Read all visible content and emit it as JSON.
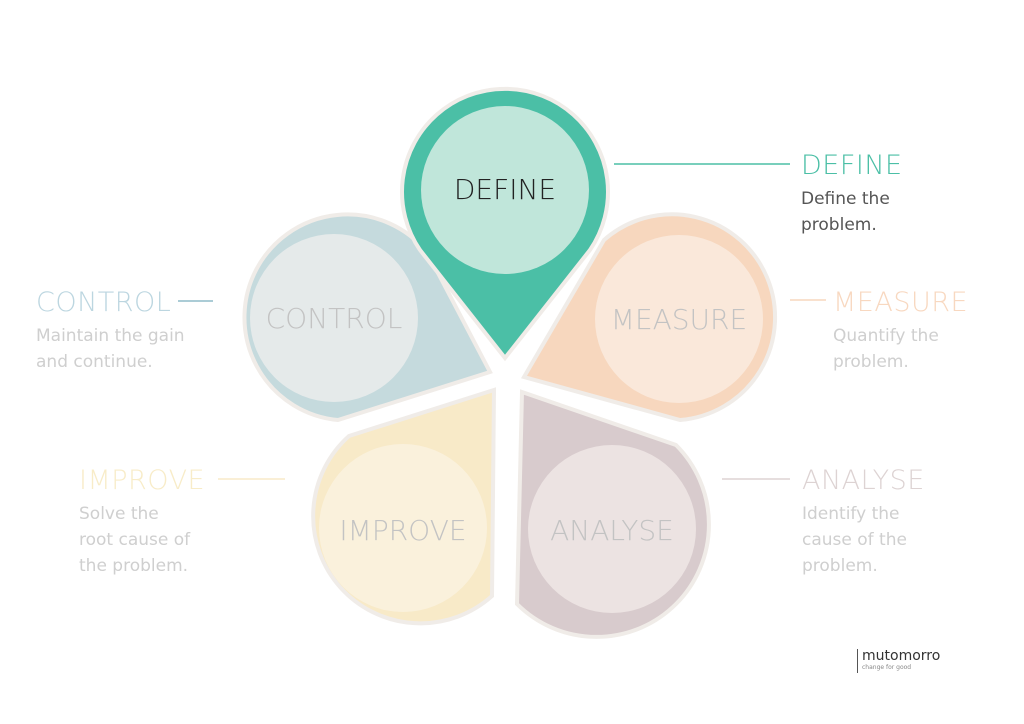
{
  "colors": {
    "define": "#4bbfa6",
    "define_inner": "#c0e6da",
    "measure": "#f7d7be",
    "measure_inner": "#fae8da",
    "analyse": "#d8cbcd",
    "analyse_inner": "#ece3e2",
    "improve": "#f8eac8",
    "improve_inner": "#faf1dc",
    "control": "#c5dadd",
    "control_inner": "#e5eaea",
    "petal_outline": "#f0ece8"
  },
  "petals": {
    "define": "DEFINE",
    "measure": "MEASURE",
    "analyse": "ANALYSE",
    "improve": "IMPROVE",
    "control": "CONTROL"
  },
  "side": {
    "define": {
      "head": "DEFINE",
      "line1": "Define the",
      "line2": "problem.",
      "line3": ""
    },
    "measure": {
      "head": "MEASURE",
      "line1": "Quantify the",
      "line2": "problem.",
      "line3": ""
    },
    "analyse": {
      "head": "ANALYSE",
      "line1": "Identify the",
      "line2": "cause of the",
      "line3": "problem."
    },
    "control": {
      "head": "CONTROL",
      "line1": "Maintain the gain",
      "line2": "and continue.",
      "line3": ""
    },
    "improve": {
      "head": "IMPROVE",
      "line1": "Solve the",
      "line2": "root cause of",
      "line3": "the problem."
    }
  },
  "brand": {
    "name": "mutomorro",
    "tagline": "change for good"
  }
}
